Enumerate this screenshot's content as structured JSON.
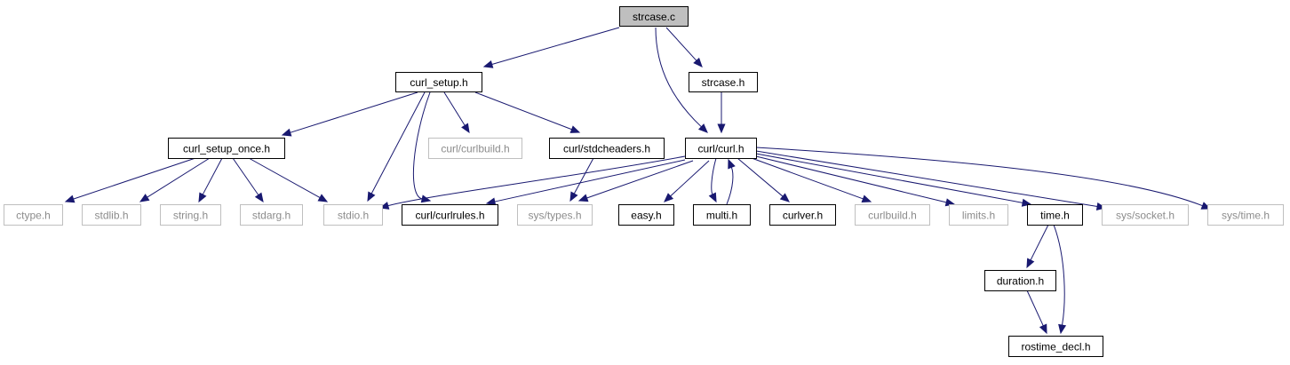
{
  "diagram": {
    "colors": {
      "edge": "#191970",
      "documented_border": "#000000",
      "documented_text": "#000000",
      "undocumented_border": "#bfbfbf",
      "undocumented_text": "#8c8c8c",
      "root_fill": "#bfbfbf"
    },
    "nodes": [
      {
        "id": "strcase_c",
        "label": "strcase.c",
        "kind": "root"
      },
      {
        "id": "curl_setup_h",
        "label": "curl_setup.h",
        "kind": "documented"
      },
      {
        "id": "strcase_h",
        "label": "strcase.h",
        "kind": "documented"
      },
      {
        "id": "curl_setup_once_h",
        "label": "curl_setup_once.h",
        "kind": "documented"
      },
      {
        "id": "curl_curlbuild_h",
        "label": "curl/curlbuild.h",
        "kind": "external"
      },
      {
        "id": "curl_stdcheaders_h",
        "label": "curl/stdcheaders.h",
        "kind": "documented"
      },
      {
        "id": "curl_curl_h",
        "label": "curl/curl.h",
        "kind": "documented"
      },
      {
        "id": "ctype_h",
        "label": "ctype.h",
        "kind": "external"
      },
      {
        "id": "stdlib_h",
        "label": "stdlib.h",
        "kind": "external"
      },
      {
        "id": "string_h",
        "label": "string.h",
        "kind": "external"
      },
      {
        "id": "stdarg_h",
        "label": "stdarg.h",
        "kind": "external"
      },
      {
        "id": "stdio_h",
        "label": "stdio.h",
        "kind": "external"
      },
      {
        "id": "curl_curlrules_h",
        "label": "curl/curlrules.h",
        "kind": "documented"
      },
      {
        "id": "sys_types_h",
        "label": "sys/types.h",
        "kind": "external"
      },
      {
        "id": "easy_h",
        "label": "easy.h",
        "kind": "documented"
      },
      {
        "id": "multi_h",
        "label": "multi.h",
        "kind": "documented"
      },
      {
        "id": "curlver_h",
        "label": "curlver.h",
        "kind": "documented"
      },
      {
        "id": "curlbuild_h",
        "label": "curlbuild.h",
        "kind": "external"
      },
      {
        "id": "limits_h",
        "label": "limits.h",
        "kind": "external"
      },
      {
        "id": "time_h",
        "label": "time.h",
        "kind": "documented"
      },
      {
        "id": "sys_socket_h",
        "label": "sys/socket.h",
        "kind": "external"
      },
      {
        "id": "sys_time_h",
        "label": "sys/time.h",
        "kind": "external"
      },
      {
        "id": "duration_h",
        "label": "duration.h",
        "kind": "documented"
      },
      {
        "id": "rostime_decl_h",
        "label": "rostime_decl.h",
        "kind": "documented"
      }
    ],
    "edges": [
      {
        "from": "strcase_c",
        "to": "curl_setup_h"
      },
      {
        "from": "strcase_c",
        "to": "strcase_h"
      },
      {
        "from": "strcase_c",
        "to": "curl_curl_h"
      },
      {
        "from": "curl_setup_h",
        "to": "curl_setup_once_h"
      },
      {
        "from": "curl_setup_h",
        "to": "curl_curlbuild_h"
      },
      {
        "from": "curl_setup_h",
        "to": "curl_stdcheaders_h"
      },
      {
        "from": "curl_setup_h",
        "to": "stdio_h"
      },
      {
        "from": "curl_setup_h",
        "to": "curl_curlrules_h"
      },
      {
        "from": "strcase_h",
        "to": "curl_curl_h"
      },
      {
        "from": "curl_setup_once_h",
        "to": "ctype_h"
      },
      {
        "from": "curl_setup_once_h",
        "to": "stdlib_h"
      },
      {
        "from": "curl_setup_once_h",
        "to": "string_h"
      },
      {
        "from": "curl_setup_once_h",
        "to": "stdarg_h"
      },
      {
        "from": "curl_setup_once_h",
        "to": "stdio_h"
      },
      {
        "from": "curl_stdcheaders_h",
        "to": "sys_types_h"
      },
      {
        "from": "curl_curl_h",
        "to": "stdio_h"
      },
      {
        "from": "curl_curl_h",
        "to": "curl_curlrules_h"
      },
      {
        "from": "curl_curl_h",
        "to": "sys_types_h"
      },
      {
        "from": "curl_curl_h",
        "to": "easy_h"
      },
      {
        "from": "curl_curl_h",
        "to": "multi_h"
      },
      {
        "from": "multi_h",
        "to": "curl_curl_h"
      },
      {
        "from": "curl_curl_h",
        "to": "curlver_h"
      },
      {
        "from": "curl_curl_h",
        "to": "curlbuild_h"
      },
      {
        "from": "curl_curl_h",
        "to": "limits_h"
      },
      {
        "from": "curl_curl_h",
        "to": "time_h"
      },
      {
        "from": "curl_curl_h",
        "to": "sys_socket_h"
      },
      {
        "from": "curl_curl_h",
        "to": "sys_time_h"
      },
      {
        "from": "time_h",
        "to": "duration_h"
      },
      {
        "from": "time_h",
        "to": "rostime_decl_h"
      },
      {
        "from": "duration_h",
        "to": "rostime_decl_h"
      }
    ]
  }
}
